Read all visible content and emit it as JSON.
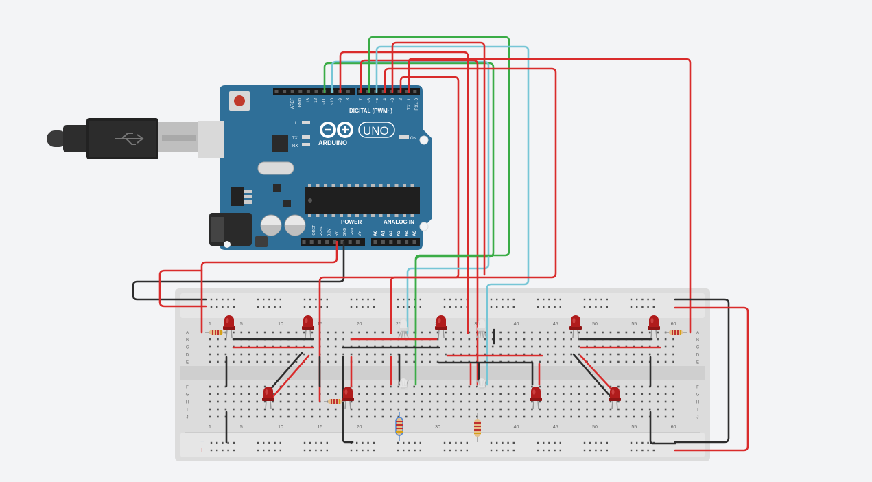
{
  "arduino": {
    "brand": "ARDUINO",
    "model": "UNO",
    "digital_header": "DIGITAL (PWM~)",
    "power_header": "POWER",
    "analog_header": "ANALOG IN",
    "on_label": "ON",
    "l_label": "L",
    "tx_label": "TX",
    "rx_label": "RX",
    "digital_pins": [
      "AREF",
      "GND",
      "13",
      "12",
      "~11",
      "~10",
      "~9",
      "8",
      "7",
      "~6",
      "~5",
      "4",
      "~3",
      "2",
      "TX→1",
      "RX←0"
    ],
    "power_pins": [
      "IOREF",
      "RESET",
      "3.3V",
      "5V",
      "GND",
      "GND",
      "Vin"
    ],
    "analog_pins": [
      "A0",
      "A1",
      "A2",
      "A3",
      "A4",
      "A5"
    ]
  },
  "breadboard": {
    "column_numbers": [
      "1",
      "5",
      "10",
      "15",
      "20",
      "25",
      "30",
      "35",
      "40",
      "45",
      "50",
      "55",
      "60"
    ],
    "row_letters_top": [
      "A",
      "B",
      "C",
      "D",
      "E"
    ],
    "row_letters_bottom": [
      "F",
      "G",
      "H",
      "I",
      "J"
    ],
    "rail_minus": "−",
    "rail_plus": "+"
  },
  "colors": {
    "wire_red": "#d92b2b",
    "wire_black": "#2d2d2d",
    "wire_green": "#3aac46",
    "wire_blue": "#76c6d6",
    "board_blue": "#2f6f98",
    "led_red": "#b01c1c"
  },
  "icons": {
    "usb": "usb-cable-icon",
    "led": "led-icon",
    "resistor": "resistor-icon",
    "rgb_led": "rgb-led-icon"
  }
}
